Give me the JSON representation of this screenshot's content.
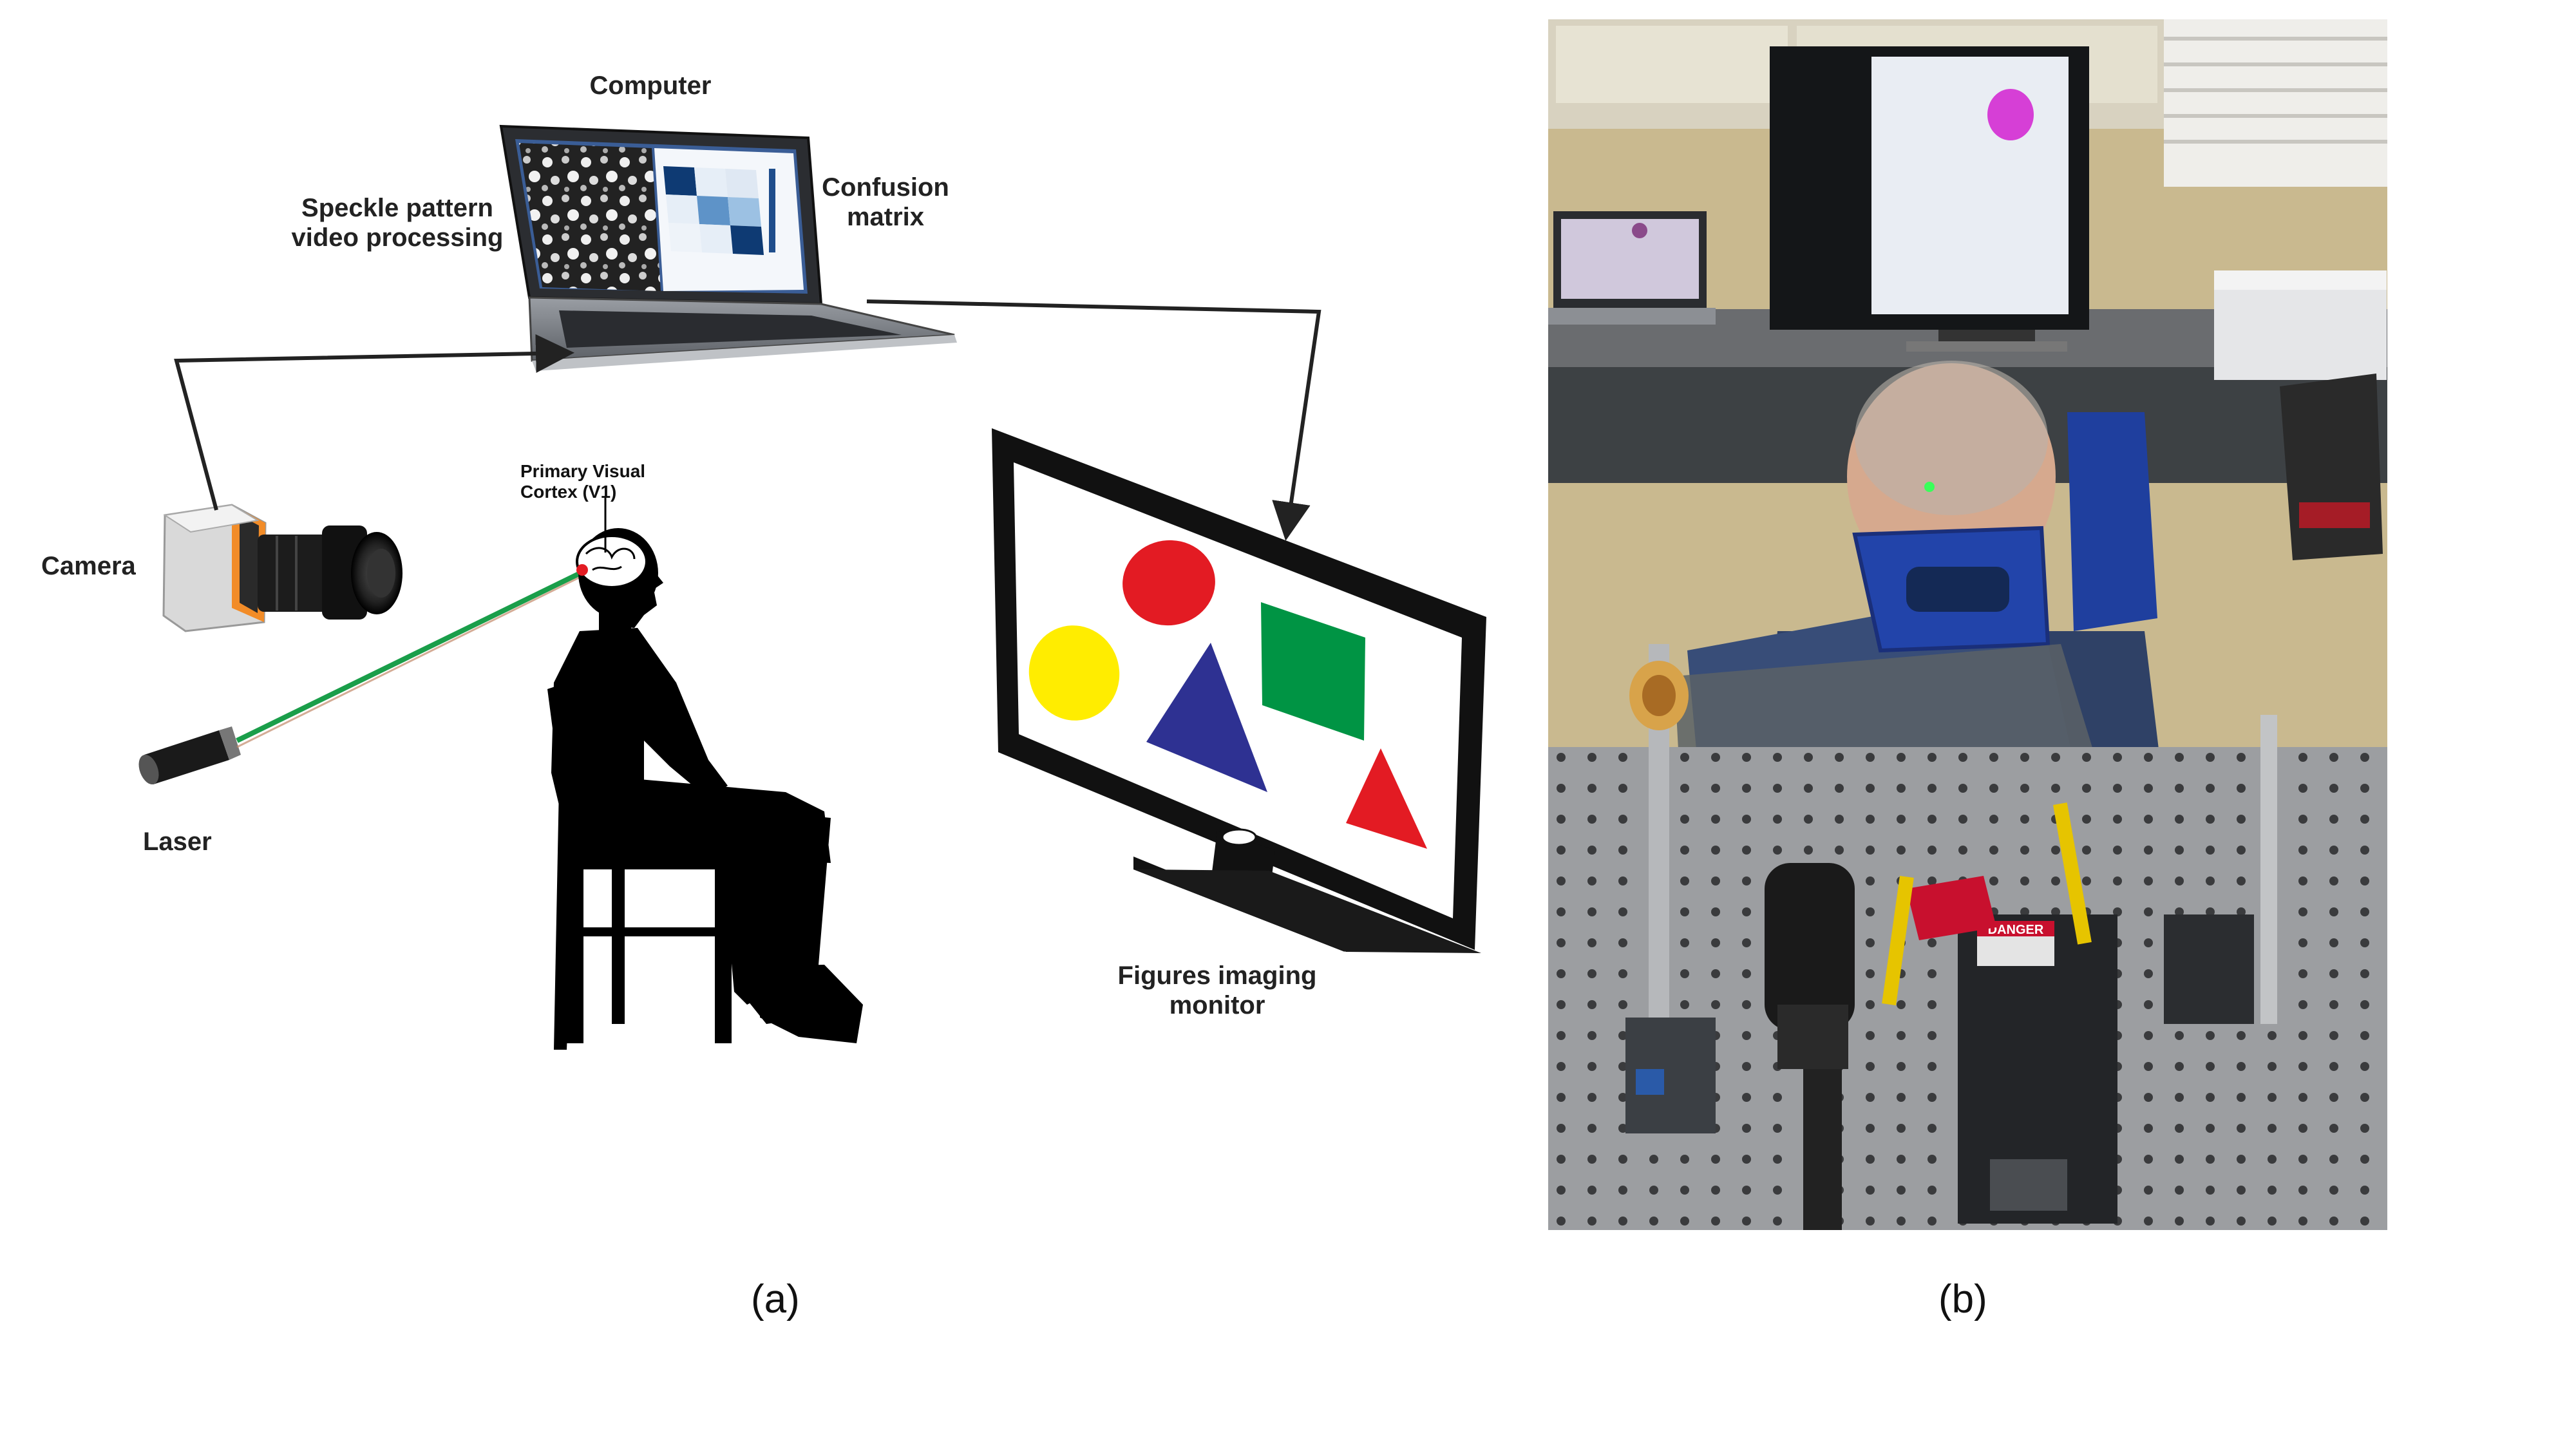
{
  "panel_a": {
    "computer_label": "Computer",
    "speckle_label_line1": "Speckle pattern",
    "speckle_label_line2": "video processing",
    "confusion_label_line1": "Confusion",
    "confusion_label_line2": "matrix",
    "camera_label": "Camera",
    "laser_label": "Laser",
    "v1_label_line1": "Primary Visual",
    "v1_label_line2": "Cortex (V1)",
    "monitor_label_line1": "Figures imaging",
    "monitor_label_line2": "monitor",
    "caption": "(a)"
  },
  "panel_b": {
    "caption": "(b)",
    "danger_text": "DANGER"
  },
  "colors": {
    "ellipse_red": "#e31b23",
    "ellipse_yellow": "#ffed00",
    "triangle_blue": "#2e3192",
    "square_green": "#009444",
    "triangle_red": "#e31b23",
    "laser_beam": "#1a9e4a",
    "confusion_matrix": "#1f4e8c",
    "helmet_blue": "#2244aa",
    "target_magenta": "#d63fd6"
  }
}
